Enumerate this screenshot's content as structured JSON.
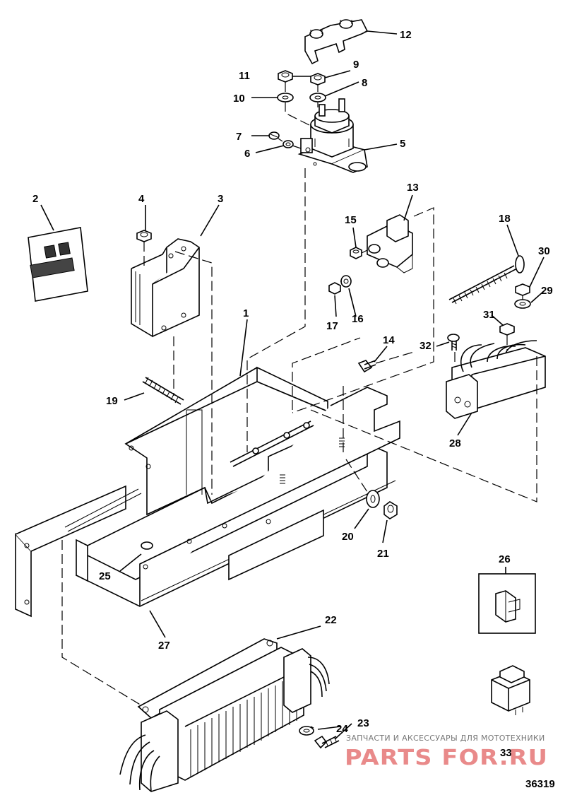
{
  "diagram": {
    "figure_number": "36319",
    "watermark": {
      "tagline": "ЗАПЧАСТИ И АКСЕССУАРЫ ДЛЯ МОТОТЕХНИКИ",
      "brand": "PARTS FOR.RU"
    },
    "callouts": [
      "1",
      "2",
      "3",
      "4",
      "5",
      "6",
      "7",
      "8",
      "9",
      "10",
      "11",
      "12",
      "13",
      "14",
      "15",
      "16",
      "17",
      "18",
      "19",
      "20",
      "21",
      "22",
      "23",
      "24",
      "25",
      "26",
      "27",
      "28",
      "29",
      "30",
      "31",
      "32",
      "33"
    ]
  }
}
